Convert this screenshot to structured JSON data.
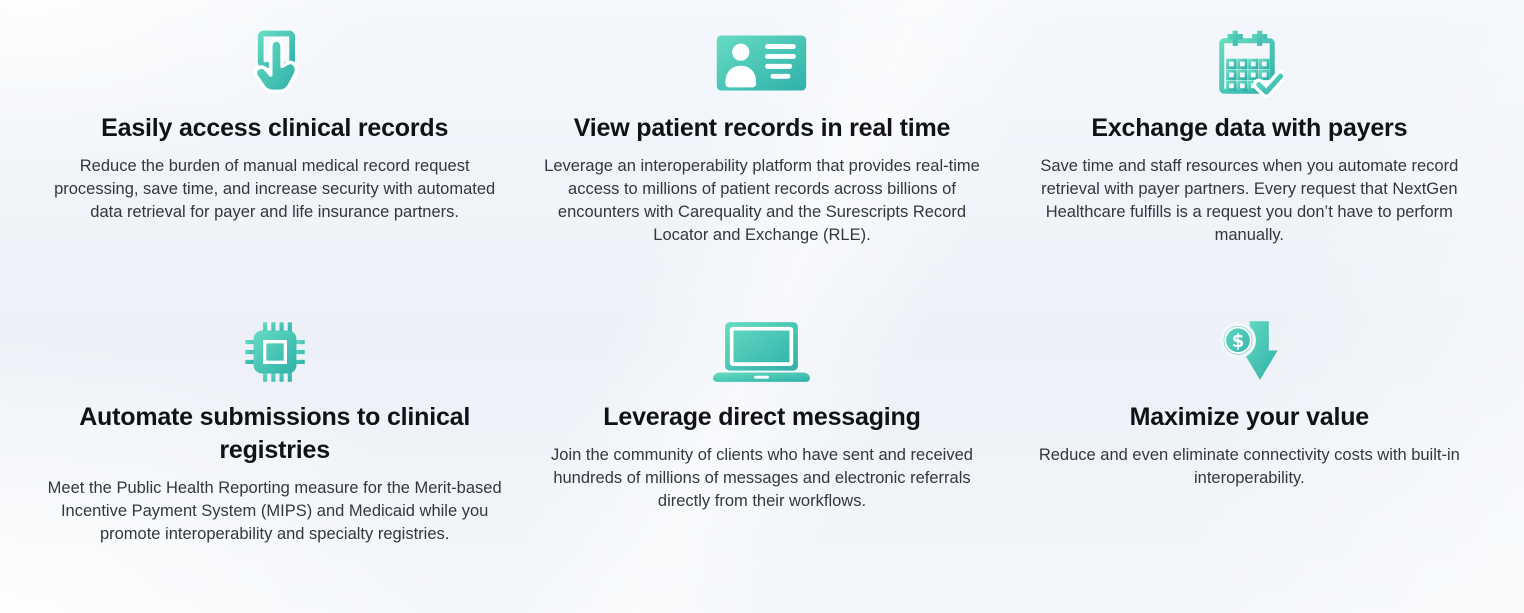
{
  "section": {
    "name": "interoperability-features",
    "accent": {
      "gradient_from": "#66DCC2",
      "gradient_to": "#2FB0AA"
    },
    "background_base": "#edf1f7",
    "cards": [
      {
        "icon": "tap-button-icon",
        "title": "Easily access clinical records",
        "body": "Reduce the burden of manual medical record request processing, save time, and increase security with automated data retrieval for payer and life insurance partners."
      },
      {
        "icon": "patient-id-card-icon",
        "title": "View patient records in real time",
        "body": "Leverage an interoperability platform that provides real-time access to millions of patient records across billions of encounters with Carequality and the Surescripts Record Locator and Exchange (RLE)."
      },
      {
        "icon": "calendar-check-icon",
        "title": "Exchange data with payers",
        "body": "Save time and staff resources when you automate record retrieval with payer partners. Every request that NextGen Healthcare fulfills is a request you don’t have to perform manually."
      },
      {
        "icon": "processor-chip-icon",
        "title": "Automate submissions to clinical registries",
        "body": "Meet the Public Health Reporting measure for the Merit-based Incentive Payment System (MIPS) and Medicaid while you promote interoperability and specialty registries."
      },
      {
        "icon": "laptop-icon",
        "title": "Leverage direct messaging",
        "body": "Join the community of clients who have sent and received hundreds of millions of messages and electronic referrals directly from their workflows."
      },
      {
        "icon": "dollar-down-arrow-icon",
        "title": "Maximize your value",
        "body": "Reduce and even eliminate connectivity costs with built-in interoperability."
      }
    ]
  }
}
